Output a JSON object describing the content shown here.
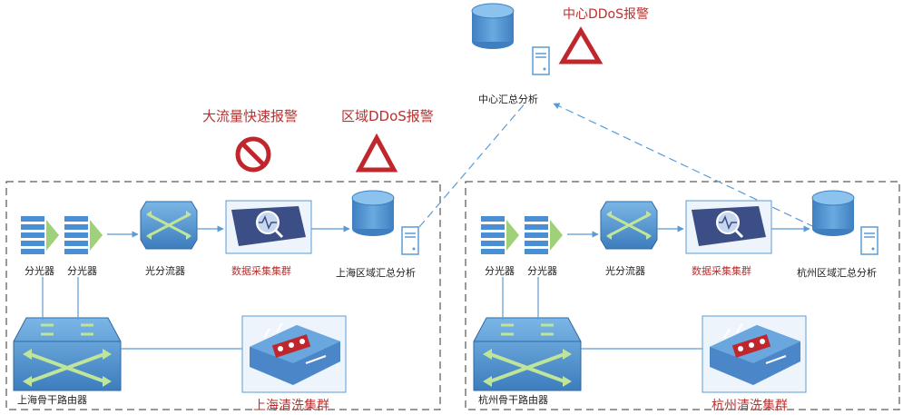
{
  "center": {
    "alert": "中心DDoS报警",
    "label": "中心汇总分析"
  },
  "shanghai": {
    "big_flow_alert": "大流量快速报警",
    "region_alert": "区域DDoS报警",
    "splitter1": "分光器",
    "splitter2": "分光器",
    "optical_splitter": "光分流器",
    "collector": "数据采集集群",
    "region_analysis": "上海区域汇总分析",
    "router": "上海骨干路由器",
    "cleaning": "上海清洗集群"
  },
  "hangzhou": {
    "splitter1": "分光器",
    "splitter2": "分光器",
    "optical_splitter": "光分流器",
    "collector": "数据采集集群",
    "region_analysis": "杭州区域汇总分析",
    "router": "杭州骨干路由器",
    "cleaning": "杭州清洗集群"
  },
  "colors": {
    "device_blue": "#5b9bd5",
    "device_dark": "#3b4e86",
    "alert_red": "#c0272d",
    "text_red": "#b8312f",
    "arrow_green": "#9fd07a"
  }
}
